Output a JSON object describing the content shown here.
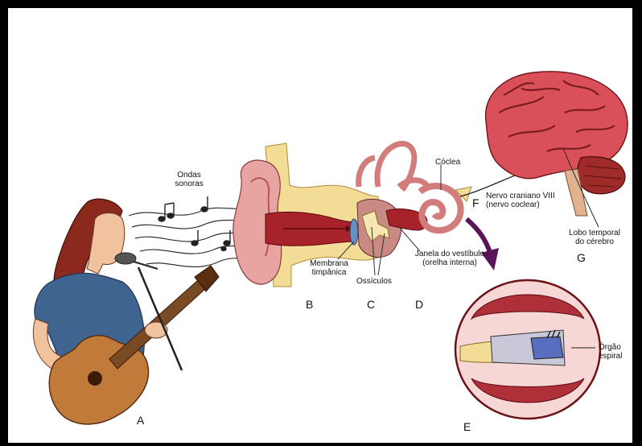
{
  "labels": {
    "ondas_sonoras": "Ondas sonoras",
    "coclea": "Cóclea",
    "nervo_craniano": "Nervo craniano VIII (nervo coclear)",
    "lobo_temporal": "Lobo temporal do cérebro",
    "membrana_timpanica": "Membrana timpânica",
    "ossiculos": "Ossículos",
    "janela_vestibulo": "Janela do vestíbulo (orelha interna)",
    "orgao_espiral": "Órgão espiral"
  },
  "letters": {
    "a": "A",
    "b": "B",
    "c": "C",
    "d": "D",
    "e": "E",
    "f": "F",
    "g": "G"
  },
  "colors": {
    "skin": "#f0c29e",
    "hair": "#8b2a1c",
    "shirt": "#3f6490",
    "guitar": "#c07a3a",
    "ear_pink": "#e8a4a0",
    "bone": "#f3dc96",
    "canal": "#a8222a",
    "brain": "#d9505a",
    "cerebellum": "#9e2a2a",
    "note": "#222222"
  }
}
